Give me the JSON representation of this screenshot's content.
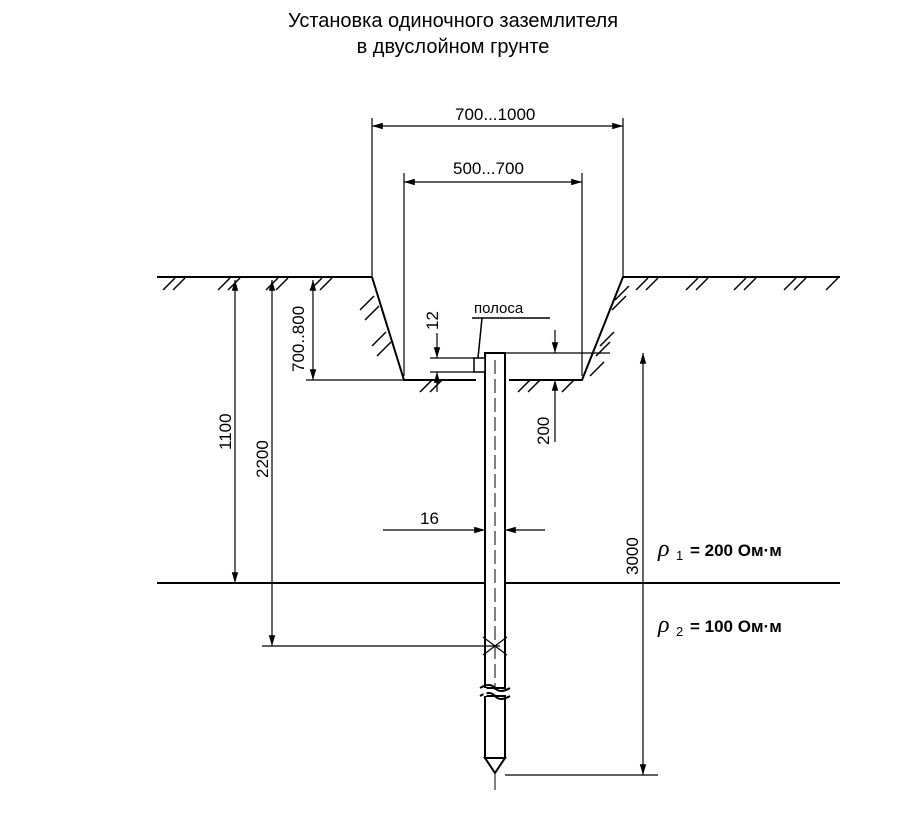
{
  "title": {
    "line1": "Установка одиночного заземлителя",
    "line2": "в двуслойном грунте"
  },
  "dimensions": {
    "top_width": "700...1000",
    "bottom_width": "500...700",
    "depth_trench": "700..800",
    "depth_layer": "1100",
    "depth_mark": "2200",
    "strip_offset": "12",
    "rod_below": "200",
    "rod_diameter": "16",
    "rod_length": "3000"
  },
  "labels": {
    "strip": "полоса"
  },
  "layers": {
    "rho1": {
      "symbol": "ρ",
      "subscript": "1",
      "value": "= 200 Ом·м"
    },
    "rho2": {
      "symbol": "ρ",
      "subscript": "2",
      "value": "= 100 Ом·м"
    }
  }
}
